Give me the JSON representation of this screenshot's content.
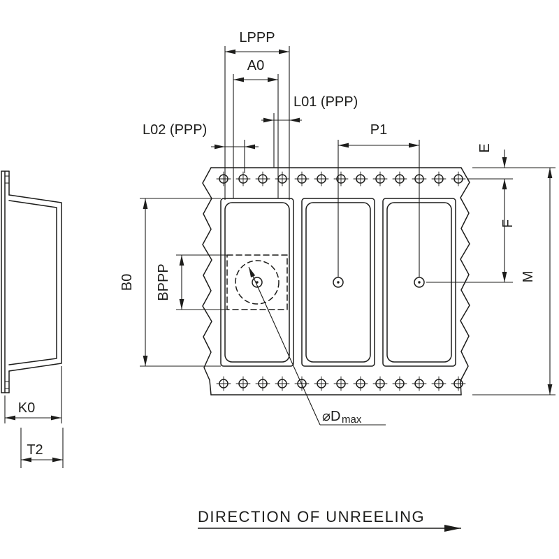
{
  "drawing": {
    "dimension_labels": {
      "lppp": "LPPP",
      "a0": "A0",
      "l01": "L01 (PPP)",
      "l02": "L02 (PPP)",
      "p1": "P1",
      "e": "E",
      "f": "F",
      "m": "M",
      "b0": "B0",
      "bppp": "BPPP",
      "k0": "K0",
      "t2": "T2"
    },
    "callout": {
      "diameter_prefix": "⌀D",
      "diameter_subscript": "max"
    },
    "footer": {
      "direction_text": "DIRECTION OF UNREELING"
    }
  },
  "colors": {
    "line": "#1d1d1b",
    "background": "#ffffff"
  }
}
